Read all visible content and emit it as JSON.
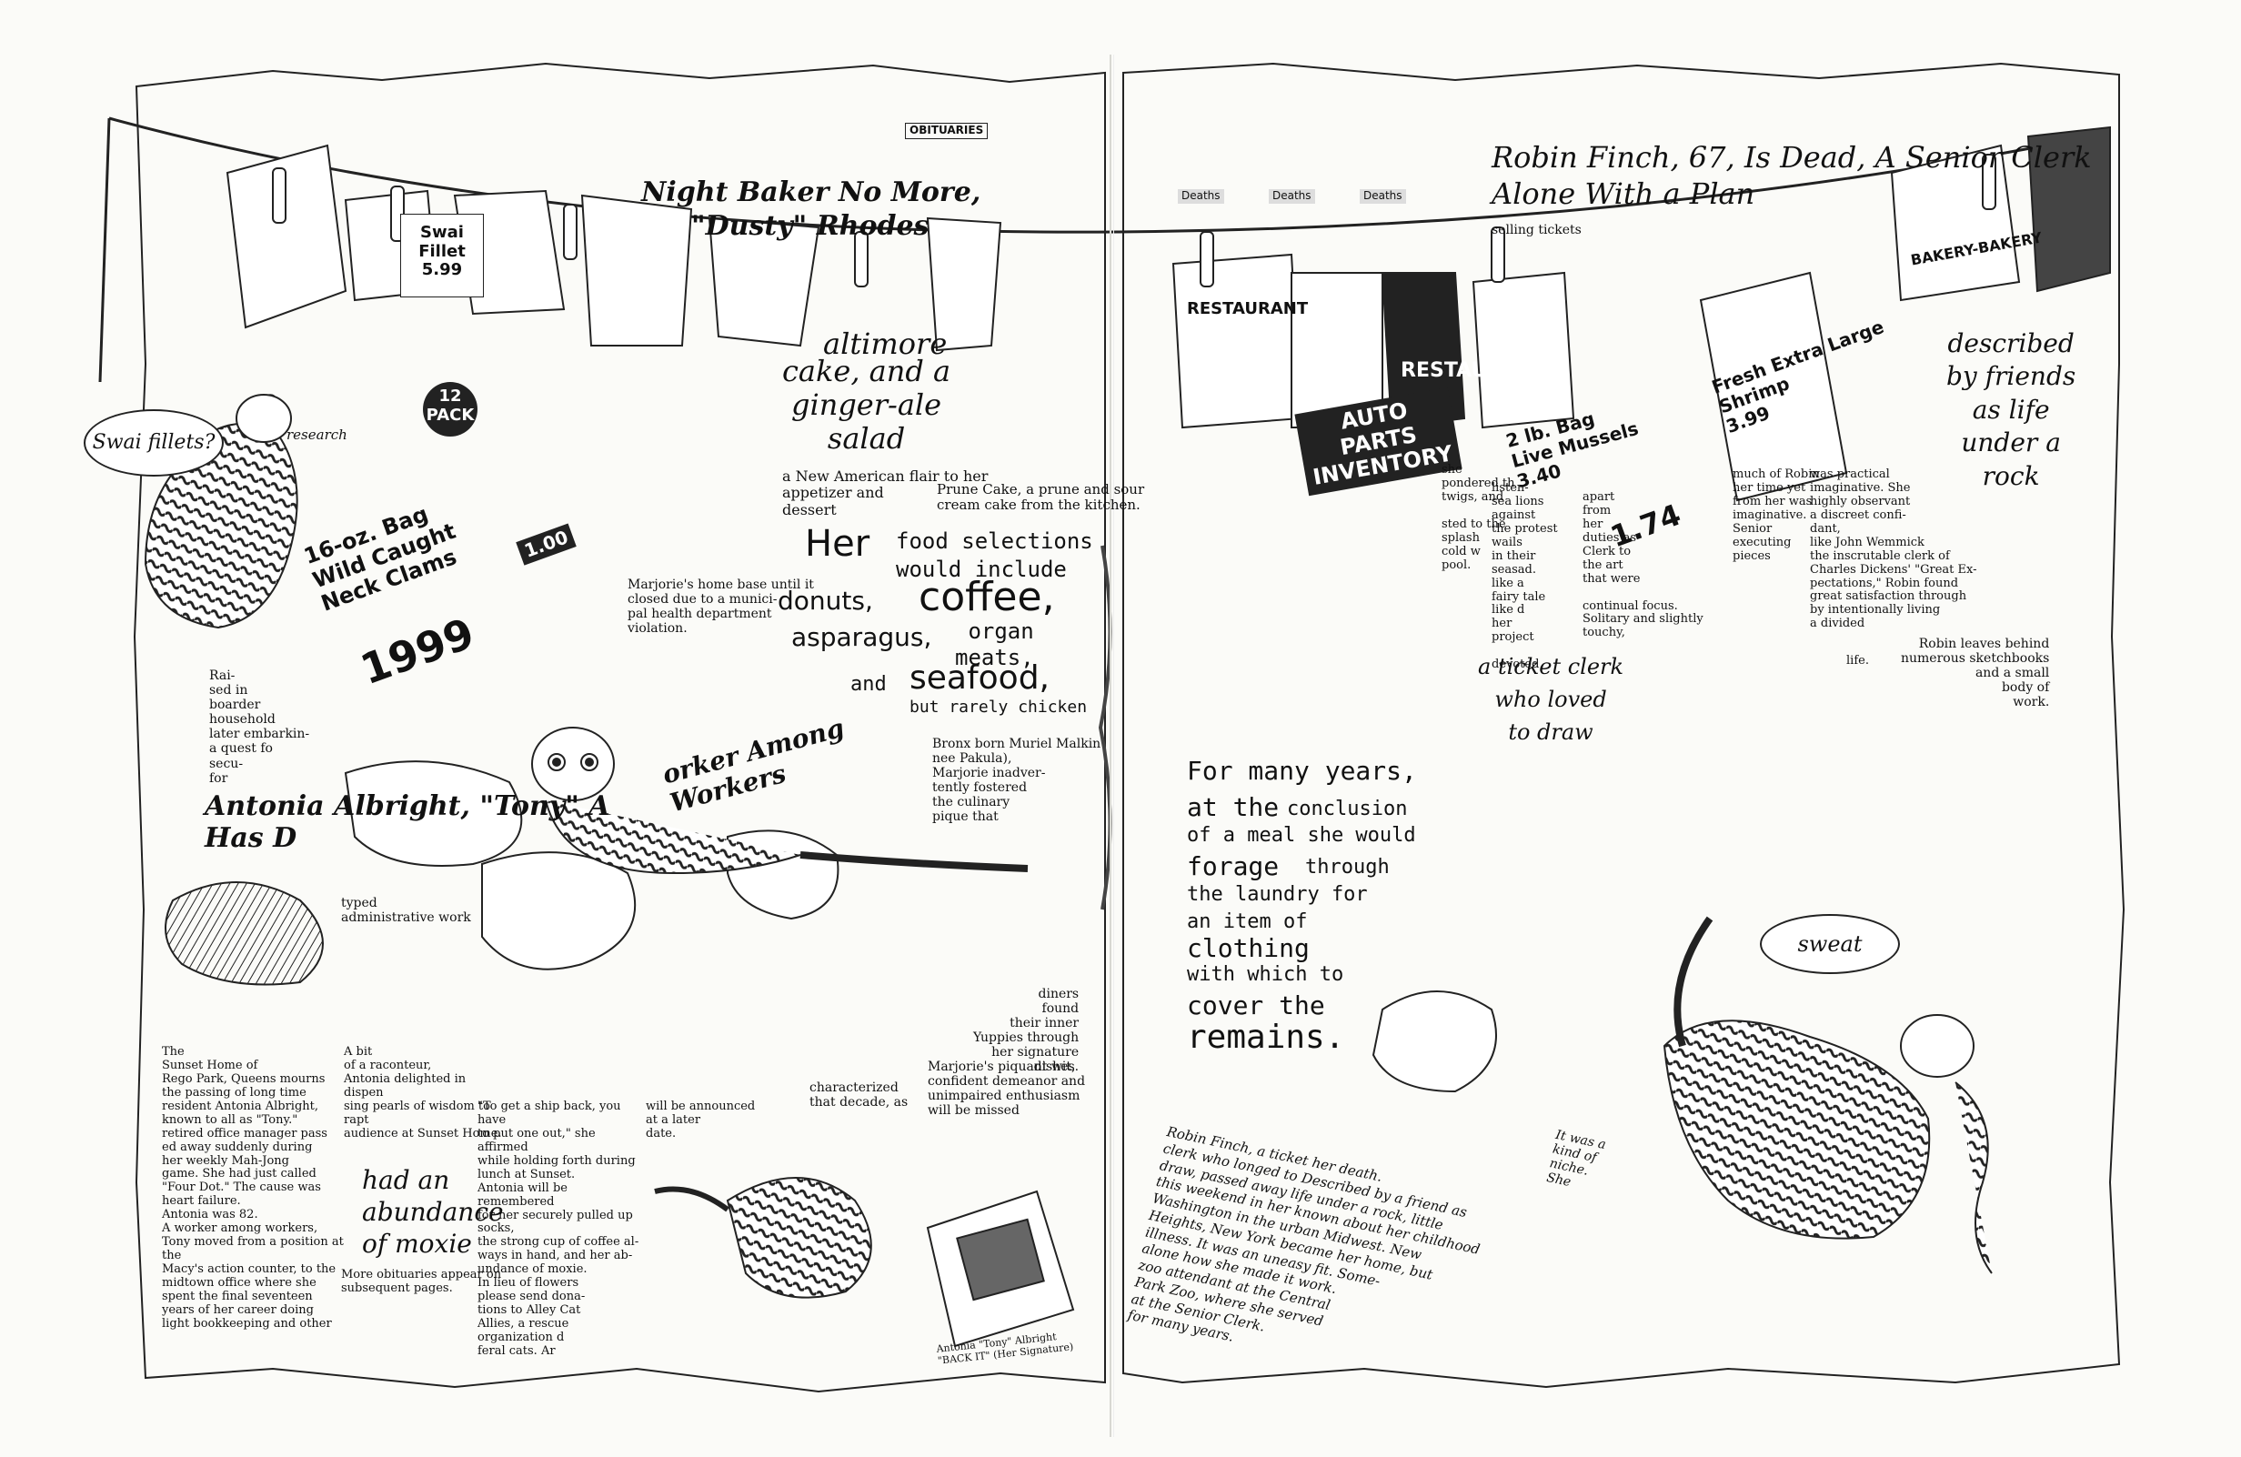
{
  "left_page": {
    "obituaries_label": "OBITUARIES",
    "headline_night_baker": "Night Baker No More,",
    "headline_dusty": "\"Dusty\" Rhodes",
    "tag_swai_fillets": "Swai fillets?",
    "tag_research": "research",
    "cake_text": "cake, and a\nginger-ale\nsalad",
    "cake_fragment": "altimore",
    "new_american": "a New American flair to her\nappetizer and\ndessert",
    "fragment_pikula": "Prune Cake, a prune and sour\ncream cake from the kitchen.",
    "food_selections": "food selections\nwould include",
    "food_her": "Her",
    "donuts": "donuts,",
    "coffee": "coffee,",
    "asparagus": "asparagus,",
    "organ": "organ\nmeats,",
    "and": "and",
    "seafood": "seafood,",
    "rarely_chicken": "but rarely chicken",
    "marjories_home": "Marjorie's home base until it\nclosed due to a munici-\npal health department\nviolation.",
    "bronx_born": "Bronx born Muriel Malkin\nnee Pakula),\nMarjorie inadver-\ntently fostered\nthe culinary\npique that",
    "raised": "Rai-\nsed in\nboarder\nhousehold\nlater embarkin-\na quest fo\nsecu-\nfor",
    "antonia_headline": "Antonia Albright, \"Tony\" A",
    "antonia_has": "Has D",
    "worker_among": "orker Among\nWorkers",
    "administrative": "typed\nadministrative work",
    "diners": "diners\nfound\ntheir inner\nYuppies through\nher signature\ndishes.",
    "marjories_piquant": "Marjorie's piquant wit,\nconfident demeanor and\nunimpaired enthusiasm\nwill be missed",
    "characterized": "characterized\nthat decade, as",
    "sunset_col1": "The\nSunset Home of\nRego Park, Queens mourns\nthe passing of long time\nresident Antonia Albright,\nknown to all as \"Tony.\"\nretired office manager pass\ned away suddenly during\nher weekly Mah-Jong\ngame. She had just called\n\"Four Dot.\" The cause was\nheart failure.\n  Antonia was 82.\n  A worker among workers,\nTony moved from a position at the\nMacy's action counter, to the\nmidtown office where she\nspent the final seventeen\nyears of her career doing\nlight bookkeeping and other",
    "sunset_col2": "A bit\nof a raconteur,\nAntonia delighted in dispen\nsing pearls of wisdom to rapt\naudience at Sunset Home.",
    "had_an": "had an\nabundance\nof moxie",
    "more_obits": "More obituaries appear on\nsubsequent pages.",
    "sunset_col3": "\"To get a ship back, you have\nto put one out,\" she affirmed\nwhile holding forth during\nlunch at Sunset.\n  Antonia will be remembered\nfor her securely pulled up socks,\nthe strong cup of coffee al-\nways in hand, and her ab-\nundance of moxie.\n  In lieu of flowers\nplease send dona-\ntions to Alley Cat\nAllies, a rescue\norganization d\nferal cats. Ar",
    "sunset_col4": "will be announced\nat a later\ndate.",
    "photo_caption": "Antonia \"Tony\" Albright\n\"BACK IT\" (Her Signature)",
    "price_swai": "Swai Fillet\n5.99",
    "price_1999": "1999",
    "bag_label": "16-oz. Bag\nWild Caught\nNeck Clams",
    "crab_price": "1.00",
    "price_12": "12\nPACK"
  },
  "right_page": {
    "deaths_1": "Deaths",
    "deaths_2": "Deaths",
    "deaths_3": "Deaths",
    "robin_headline_1": "Robin Finch, 67, Is Dead, A Senior Clerk",
    "robin_headline_2": "Alone With a Plan",
    "selling_tickets": "selling tickets",
    "restaurant": "RESTAURANT",
    "auto_parts": "AUTO\nPARTS\nINVENTORY",
    "restau_box": "RESTAU",
    "live_mussels": "2 lb. Bag\nLive Mussels\n3.40",
    "price_174": "1.74",
    "fresh_shrimp": "Fresh Extra Large\nShrimp\n3.99",
    "bakery": "BAKERY-BAKERY",
    "robin_col_a": "she\npondered th\ntwigs, and\n\nsted to the\nsplash\ncold w\npool.",
    "robin_col_b": "listen-\nsea lions\nagainst\nthe protest\nwails\nin their\nseasad.\nlike a\nfairy tale\nlike d\nher\nproject\n\ndevoted",
    "robin_col_c": "apart\nfrom\nher\nduties as\nClerk to\nthe art\nthat were\n\ncontinual focus.\n  Solitary and slightly\ntouchy,",
    "robin_col_d": "much of Robin\nher time yet\nfrom her was\nimaginative.\nSenior\nexecuting\npieces",
    "robin_col_e": "was practical\nimaginative. She\nhighly observant\na discreet confi-\ndant,\nlike John Wemmick\nthe inscrutable clerk of\nCharles Dickens' \"Great Ex-\npectations,\" Robin found\ngreat satisfaction through\nby intentionally living\na divided",
    "life_label": "life.",
    "described": "described\nby friends\nas life\nunder a\nrock",
    "robin_leaves": "Robin leaves behind\nnumerous sketchbooks\nand a small\nbody of\nwork.",
    "ticket_clerk": "a ticket clerk\nwho loved\nto draw",
    "for_many_years": "For many years,",
    "at_the": "at the",
    "conclusion": "conclusion",
    "of_a_meal": "of a meal she would",
    "forage": "forage",
    "through": "through",
    "the_laundry": "the laundry for",
    "an_item": "an item of",
    "clothing": "clothing",
    "with_which": "with which to",
    "cover_the": "cover the",
    "remains": "remains.",
    "sweat_cloud": "sweat",
    "robin_obit": "Robin Finch, a ticket     her death.\nclerk who longed to     Described by a friend as\ndraw, passed away     life under a rock, little\nthis weekend in her     known about her childhood\nWashington        in the urban Midwest. New\nHeights, New York     became her home, but\nillness.    It was an uneasy fit. Some-\nalone    how she made it work.\nzoo attendant at the Central\nPark Zoo, where she served\nat the Senior Clerk.\nfor many years.",
    "it_was_a": "It was a\nkind of\nniche.\nShe"
  },
  "colors": {
    "ink": "#111111",
    "paper": "#fbfbf8"
  }
}
